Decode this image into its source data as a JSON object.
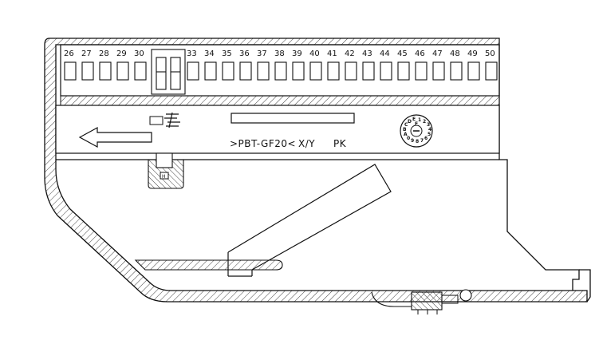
{
  "terminal_numbers": [
    "26",
    "27",
    "28",
    "29",
    "30",
    "33",
    "34",
    "35",
    "36",
    "37",
    "38",
    "39",
    "40",
    "41",
    "42",
    "43",
    "44",
    "45",
    "46",
    "47",
    "48",
    "49",
    "50"
  ],
  "module_label": ">PBT-GF20<",
  "axis_label": "X/Y",
  "code_label": "PK",
  "dial_digits": [
    "1",
    "2",
    "3",
    "4",
    "5",
    "6",
    "7",
    "8",
    "9",
    "0",
    "A",
    "B",
    "C",
    "D",
    "E",
    "F"
  ],
  "release_tab_mark": "H",
  "colors": {
    "line": "#111111",
    "hatch": "#444444",
    "background": "#ffffff"
  }
}
